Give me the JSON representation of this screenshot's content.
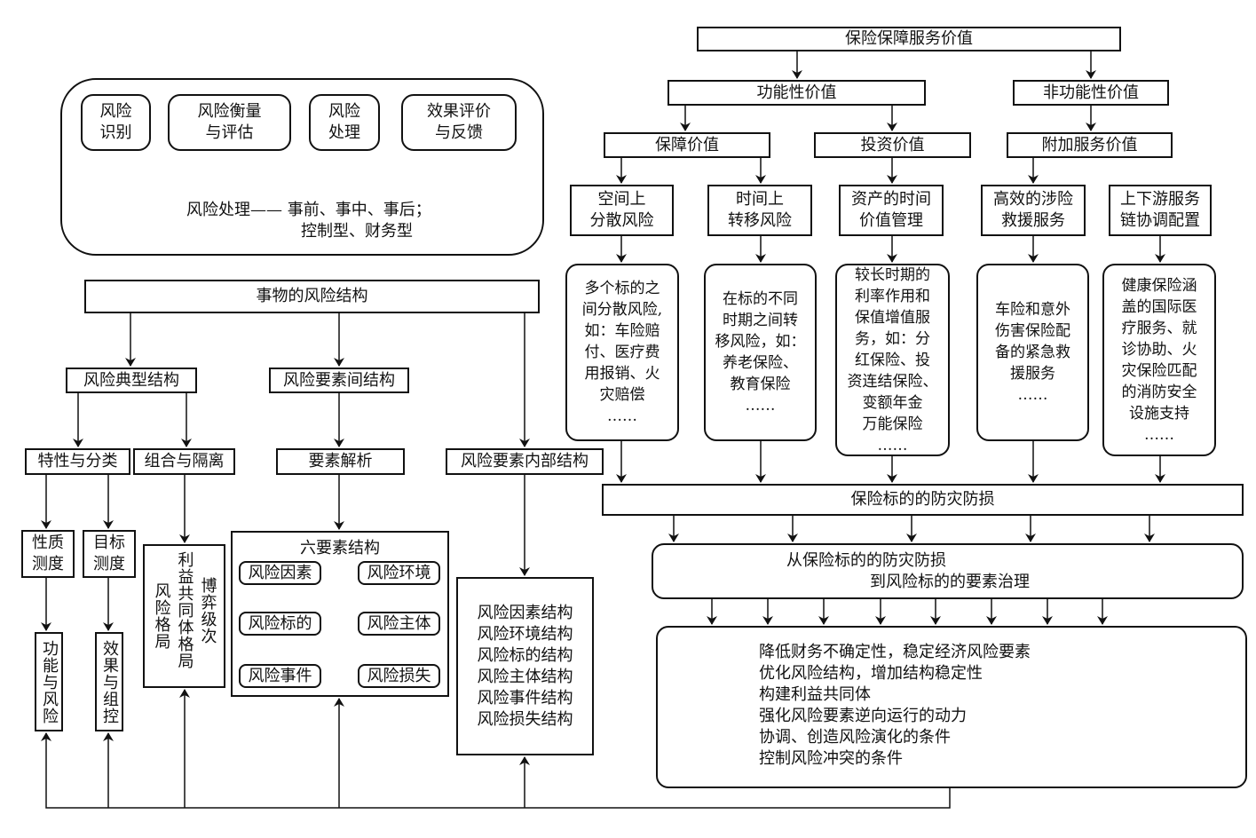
{
  "risk_process": {
    "steps": [
      "风险\n识别",
      "风险衡量\n与评估",
      "风险\n处理",
      "效果评价\n与反馈"
    ],
    "note_line1": "风险处理—— 事前、事中、事后；",
    "note_line2": "控制型、财务型"
  },
  "risk_structure": {
    "root": "事物的风险结构",
    "typical": "风险典型结构",
    "inter": "风险要素间结构",
    "internal": "风险要素内部结构",
    "traits": "特性与分类",
    "combo": "组合与隔离",
    "analysis": "要素解析",
    "nature": "性质\n测度",
    "target": "目标\n测度",
    "function_risk": "功能与风险",
    "effect_control": "效果与组控",
    "pattern_cols": [
      "风险格局",
      "利益共同体格局",
      "博弈级次"
    ],
    "six": {
      "title": "六要素结构",
      "factor": "风险因素",
      "environment": "风险环境",
      "object": "风险标的",
      "subject": "风险主体",
      "event": "风险事件",
      "loss": "风险损失"
    },
    "internal_list": [
      "风险因素结构",
      "风险环境结构",
      "风险标的结构",
      "风险主体结构",
      "风险事件结构",
      "风险损失结构"
    ]
  },
  "insurance_value": {
    "root": "保险保障服务价值",
    "functional": "功能性价值",
    "nonfunctional": "非功能性价值",
    "protection": "保障价值",
    "investment": "投资价值",
    "additional": "附加服务价值",
    "leaves": [
      {
        "title": "空间上\n分散风险",
        "detail": "多个标的之\n间分散风险,\n如：车险赔\n付、医疗费\n用报销、火\n灾赔偿\n……"
      },
      {
        "title": "时间上\n转移风险",
        "detail": "在标的不同\n时期之间转\n移风险，如：\n养老保险、\n教育保险\n……"
      },
      {
        "title": "资产的时间\n价值管理",
        "detail": "较长时期的\n利率作用和\n保值增值服\n务，如：分\n红保险、投\n资连结保险、\n变额年金\n万能保险\n……"
      },
      {
        "title": "高效的涉险\n救援服务",
        "detail": "车险和意外\n伤害保险配\n备的紧急救\n援服务\n……"
      },
      {
        "title": "上下游服务\n链协调配置",
        "detail": "健康保险涵\n盖的国际医\n疗服务、就\n诊协助、火\n灾保险匹配\n的消防安全\n设施支持\n……"
      }
    ],
    "prevention": "保险标的的防灾防损",
    "governance_line1": "从保险标的的防灾防损",
    "governance_line2": "到风险标的的要素治理",
    "outcomes": [
      "降低财务不确定性，稳定经济风险要素",
      "优化风险结构，增加结构稳定性",
      "构建利益共同体",
      "强化风险要素逆向运行的动力",
      "协调、创造风险演化的条件",
      "控制风险冲突的条件"
    ]
  }
}
